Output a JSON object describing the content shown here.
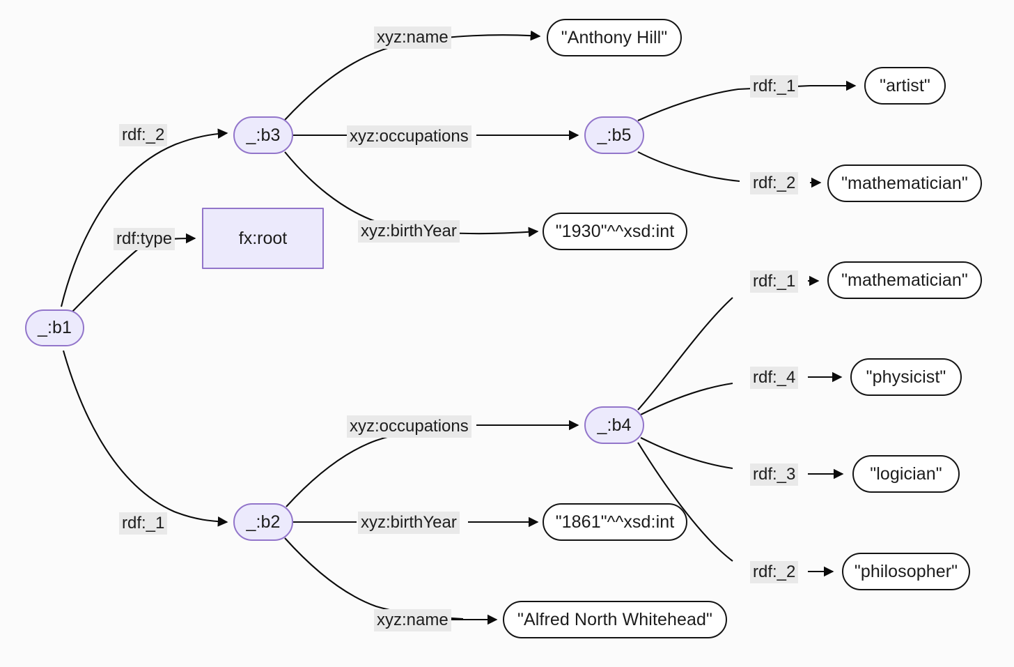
{
  "diagram": {
    "kind": "rdf-graph",
    "background_color": "#fbfbfb",
    "blank_node_fill": "#eceafc",
    "blank_node_border": "#9275ca",
    "literal_fill": "#ffffff",
    "literal_border": "#141414",
    "edge_color": "#0b0b0b",
    "edge_label_background": "#e9e9e9"
  },
  "nodes": {
    "b1": {
      "label": "_:b1",
      "type": "blank"
    },
    "b2": {
      "label": "_:b2",
      "type": "blank"
    },
    "b3": {
      "label": "_:b3",
      "type": "blank"
    },
    "b4": {
      "label": "_:b4",
      "type": "blank"
    },
    "b5": {
      "label": "_:b5",
      "type": "blank"
    },
    "fxroot": {
      "label": "fx:root",
      "type": "class"
    },
    "anthony_hill": {
      "label": "\"Anthony Hill\"",
      "type": "literal"
    },
    "birthyear_1930": {
      "label": "\"1930\"^^xsd:int",
      "type": "literal"
    },
    "artist": {
      "label": "\"artist\"",
      "type": "literal"
    },
    "mathematician_b5": {
      "label": "\"mathematician\"",
      "type": "literal"
    },
    "mathematician_b4": {
      "label": "\"mathematician\"",
      "type": "literal"
    },
    "physicist": {
      "label": "\"physicist\"",
      "type": "literal"
    },
    "logician": {
      "label": "\"logician\"",
      "type": "literal"
    },
    "philosopher": {
      "label": "\"philosopher\"",
      "type": "literal"
    },
    "alfred_north_whitehead": {
      "label": "\"Alfred North Whitehead\"",
      "type": "literal"
    },
    "birthyear_1861": {
      "label": "\"1861\"^^xsd:int",
      "type": "literal"
    }
  },
  "edges": [
    {
      "id": "e1",
      "from": "b1",
      "to": "b3",
      "label": "rdf:_2"
    },
    {
      "id": "e2",
      "from": "b1",
      "to": "fxroot",
      "label": "rdf:type"
    },
    {
      "id": "e3",
      "from": "b1",
      "to": "b2",
      "label": "rdf:_1"
    },
    {
      "id": "e4",
      "from": "b3",
      "to": "anthony_hill",
      "label": "xyz:name"
    },
    {
      "id": "e5",
      "from": "b3",
      "to": "b5",
      "label": "xyz:occupations"
    },
    {
      "id": "e6",
      "from": "b3",
      "to": "birthyear_1930",
      "label": "xyz:birthYear"
    },
    {
      "id": "e7",
      "from": "b5",
      "to": "artist",
      "label": "rdf:_1"
    },
    {
      "id": "e8",
      "from": "b5",
      "to": "mathematician_b5",
      "label": "rdf:_2"
    },
    {
      "id": "e9",
      "from": "b2",
      "to": "b4",
      "label": "xyz:occupations"
    },
    {
      "id": "e10",
      "from": "b2",
      "to": "birthyear_1861",
      "label": "xyz:birthYear"
    },
    {
      "id": "e11",
      "from": "b2",
      "to": "alfred_north_whitehead",
      "label": "xyz:name"
    },
    {
      "id": "e12",
      "from": "b4",
      "to": "mathematician_b4",
      "label": "rdf:_1"
    },
    {
      "id": "e13",
      "from": "b4",
      "to": "physicist",
      "label": "rdf:_4"
    },
    {
      "id": "e14",
      "from": "b4",
      "to": "logician",
      "label": "rdf:_3"
    },
    {
      "id": "e15",
      "from": "b4",
      "to": "philosopher",
      "label": "rdf:_2"
    }
  ]
}
